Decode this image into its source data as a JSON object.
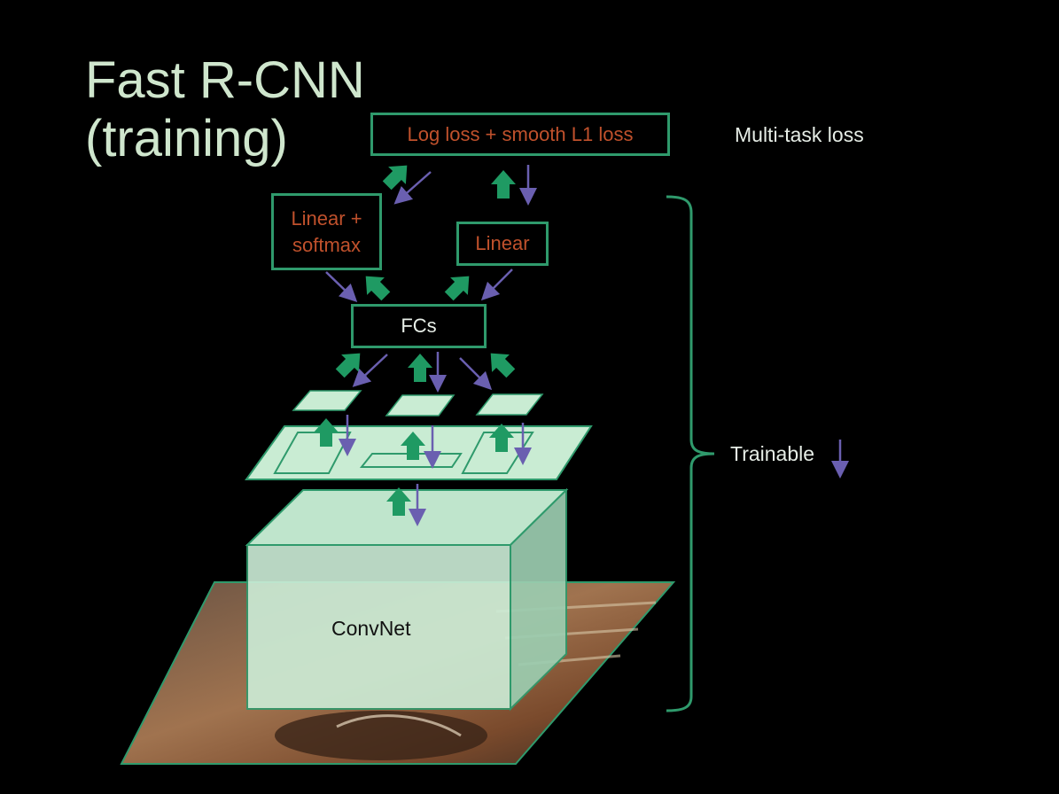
{
  "slide": {
    "title_line1": "Fast R-CNN",
    "title_line2": "(training)"
  },
  "diagram": {
    "loss_box": "Log loss + smooth L1 loss",
    "cls_box_line1": "Linear +",
    "cls_box_line2": "softmax",
    "reg_box": "Linear",
    "fcs_box": "FCs",
    "convnet": "ConvNet",
    "multitask_label": "Multi-task loss",
    "trainable_label": "Trainable"
  },
  "colors": {
    "background": "#000000",
    "box_border": "#2f9a6c",
    "box_text_red": "#c0512c",
    "forward_arrow": "#1f9a63",
    "backward_arrow": "#6a5fb0",
    "plane_fill": "#c9ecd3",
    "title_text": "#cfe6cd"
  },
  "icons": {
    "forward": "thick-green-arrow-icon",
    "backward": "thin-purple-arrow-icon"
  }
}
